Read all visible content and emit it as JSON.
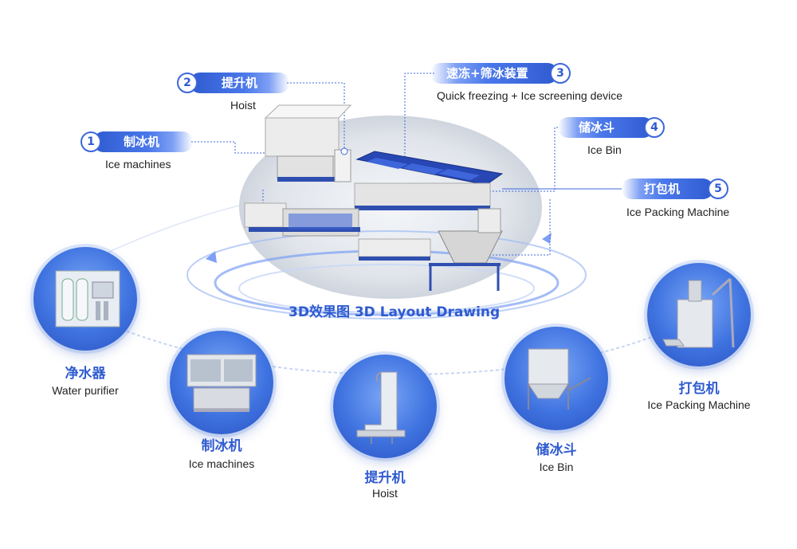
{
  "center": {
    "title": "3D效果图 3D Layout Drawing"
  },
  "callouts": [
    {
      "num": "1",
      "cn": "制冰机",
      "en": "Ice machines"
    },
    {
      "num": "2",
      "cn": "提升机",
      "en": "Hoist"
    },
    {
      "num": "3",
      "cn": "速冻+筛冰装置",
      "en": "Quick freezing + Ice screening device"
    },
    {
      "num": "4",
      "cn": "储冰斗",
      "en": "Ice Bin"
    },
    {
      "num": "5",
      "cn": "打包机",
      "en": "Ice Packing Machine"
    }
  ],
  "stations": [
    {
      "cn": "净水器",
      "en": "Water purifier",
      "icon": "water-purifier-icon"
    },
    {
      "cn": "制冰机",
      "en": "Ice machines",
      "icon": "ice-machine-icon"
    },
    {
      "cn": "提升机",
      "en": "Hoist",
      "icon": "hoist-icon"
    },
    {
      "cn": "储冰斗",
      "en": "Ice Bin",
      "icon": "ice-bin-icon"
    },
    {
      "cn": "打包机",
      "en": "Ice Packing Machine",
      "icon": "packing-machine-icon"
    }
  ],
  "colors": {
    "accent": "#2f5bd0",
    "light": "#7ea0f4",
    "ellipse": "#d9dee6"
  }
}
